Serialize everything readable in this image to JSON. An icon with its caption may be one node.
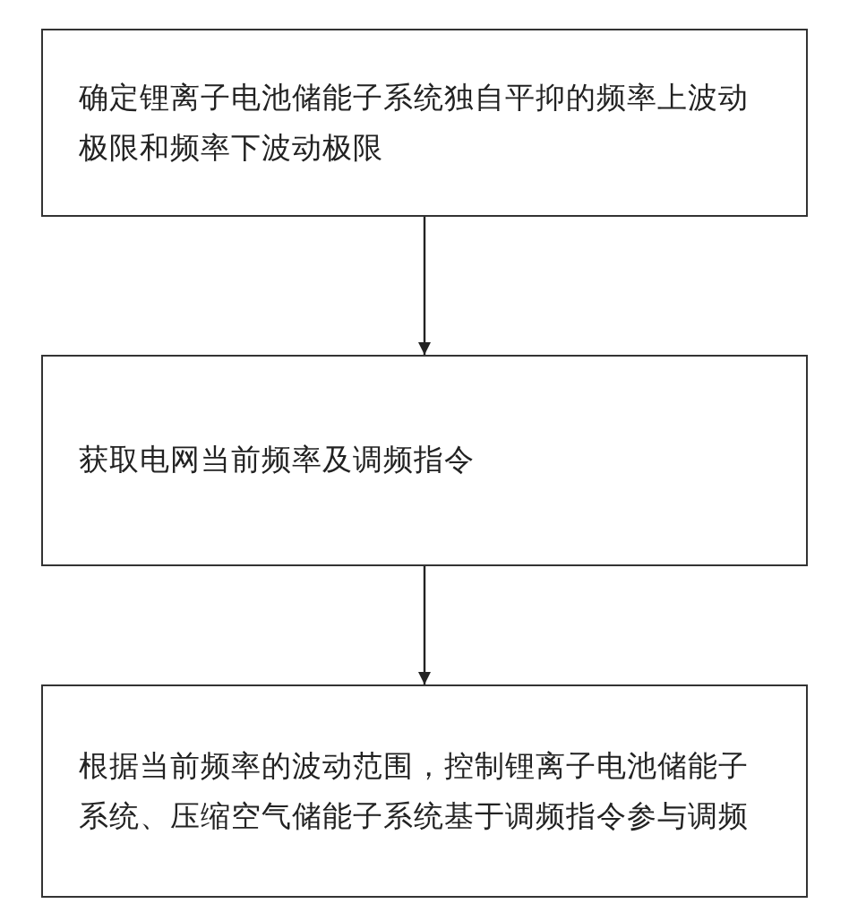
{
  "diagram": {
    "nodes": [
      {
        "text": [
          "确定锂离子电池储能子系统独自平抑的频率上波动极限和频率下波动极限"
        ]
      },
      {
        "text": [
          "获取电网当前频率及调频指令"
        ]
      },
      {
        "text": [
          "根据当前频率的波动范围，控制锂离子电池储能子系统、压缩空气储能子系统基于调频指令参与调频"
        ]
      }
    ],
    "edges": [
      {
        "from": 0,
        "to": 1,
        "arrow": "to"
      },
      {
        "from": 1,
        "to": 2,
        "arrow": "to"
      }
    ]
  }
}
